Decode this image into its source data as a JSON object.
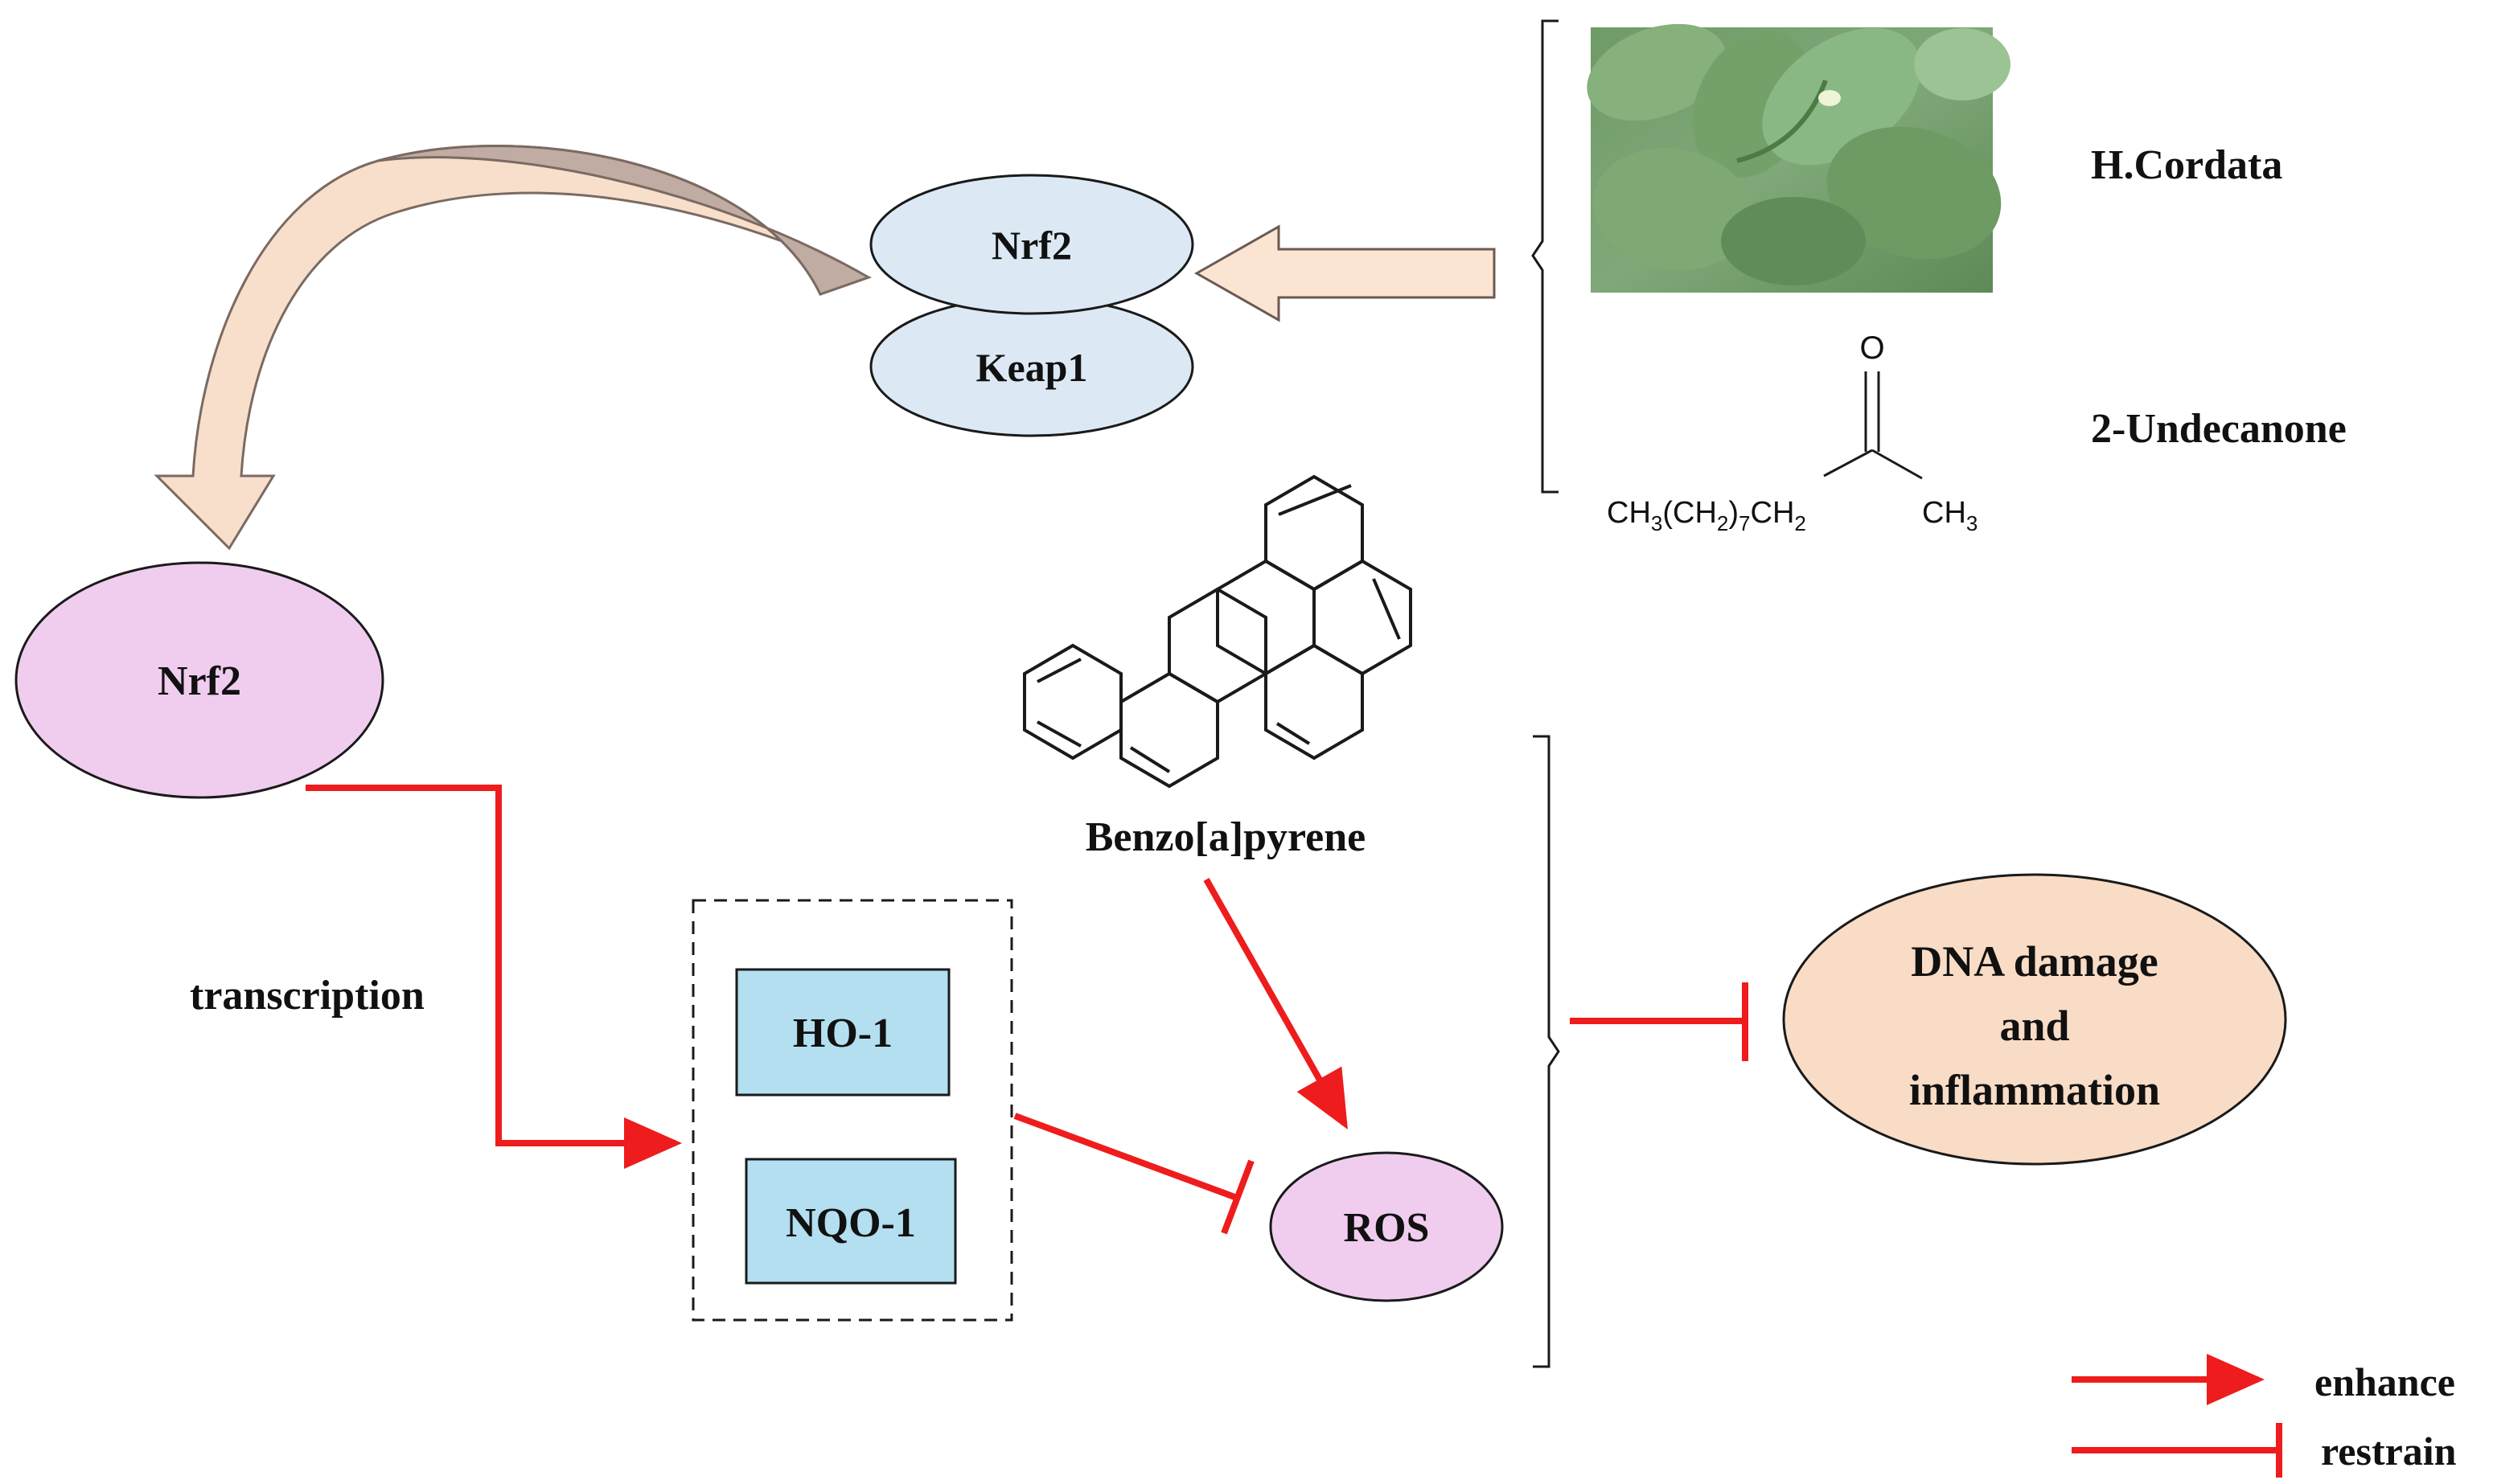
{
  "nodes": {
    "nrf2_complex": "Nrf2",
    "keap1": "Keap1",
    "nrf2_nuclear": "Nrf2",
    "ho1": "HO-1",
    "nqo1": "NQO-1",
    "ros": "ROS",
    "dna_damage": [
      "DNA damage",
      "and",
      "inflammation"
    ]
  },
  "labels": {
    "transcription": "transcription",
    "h_cordata": "H.Cordata",
    "undecanone": "2-Undecanone",
    "benzopyrene": "Benzo[a]pyrene"
  },
  "chemistry": {
    "carbonyl_o": "O",
    "chain_left": {
      "a": "CH",
      "b": "3",
      "c": "(CH",
      "d": "2",
      "e": ")",
      "f": "7",
      "g": "CH",
      "h": "2"
    },
    "chain_right": {
      "a": "CH",
      "b": "3"
    }
  },
  "legend": {
    "enhance": "enhance",
    "restrain": "restrain"
  },
  "colors": {
    "red_arrow": "#ee1c1c",
    "complex_fill": "#dce9f5",
    "nuclear_fill": "#f0cdef",
    "enzyme_fill": "#b3dff0",
    "dna_fill": "#f8dcc6",
    "curved_arrow_dark": "#c0aca2",
    "curved_arrow_light": "#f8dfcb",
    "straight_arrow_fill": "#fce4d2"
  },
  "icons": {
    "plant_photo": "h-cordata-leaf-photo"
  }
}
